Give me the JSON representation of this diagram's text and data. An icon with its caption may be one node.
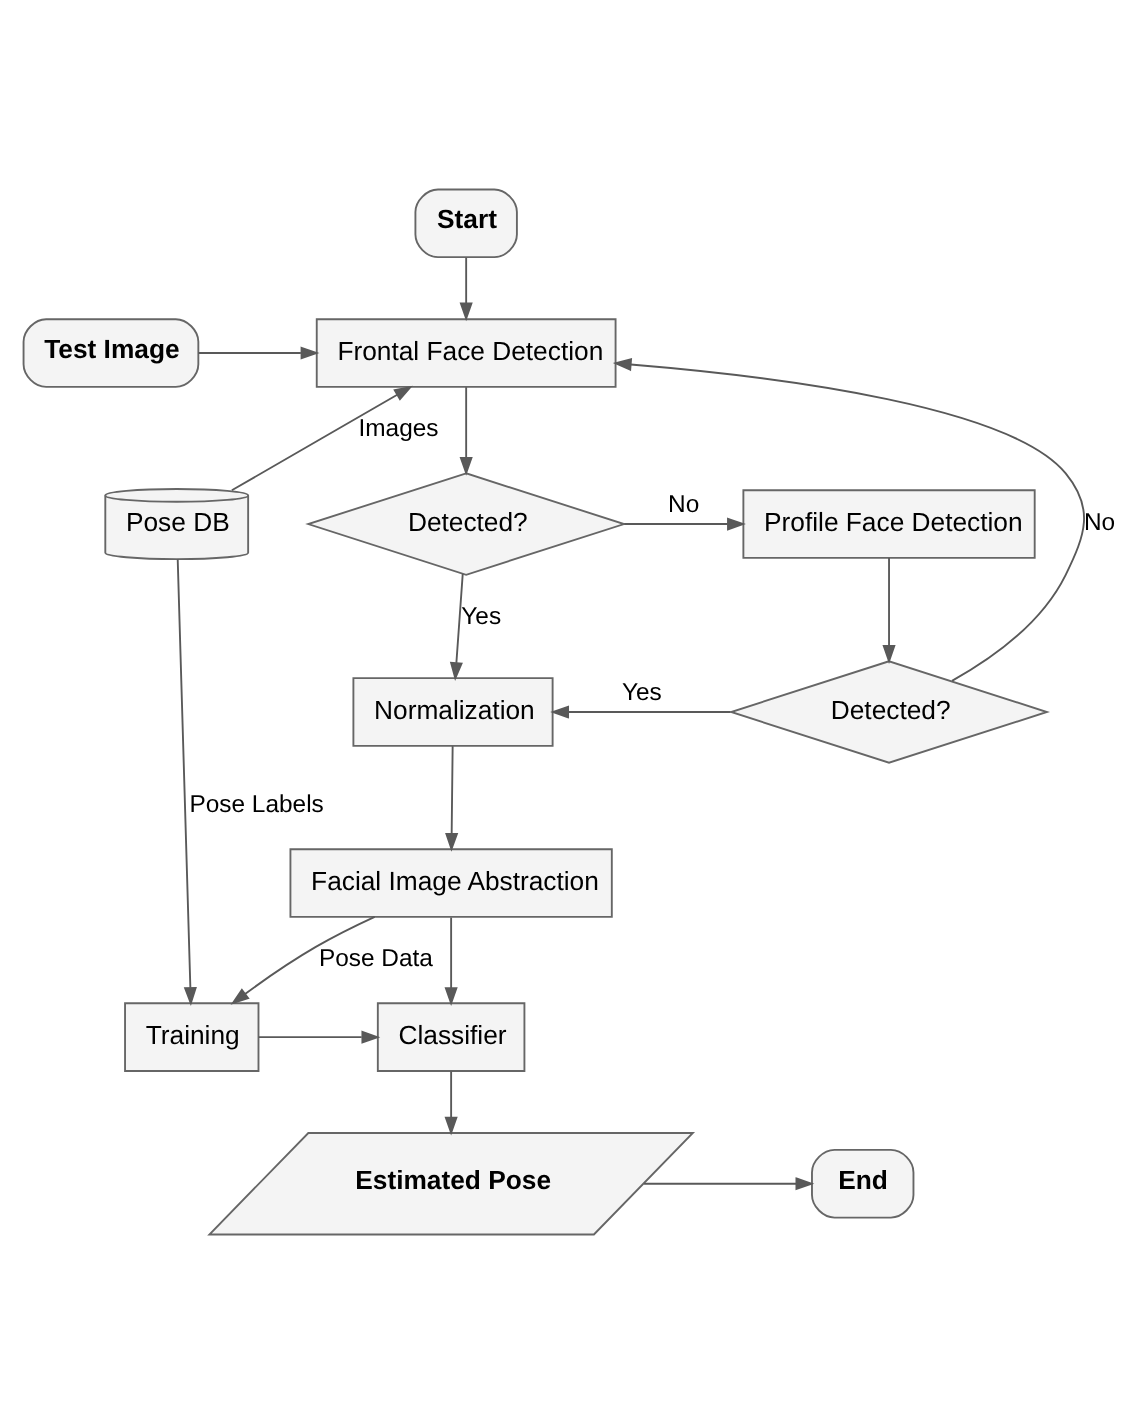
{
  "diagram": {
    "nodes": [
      {
        "text": [
          "Start"
        ]
      },
      {
        "text": [
          "Test Image"
        ]
      },
      {
        "text": [
          "Frontal Face Detection"
        ]
      },
      {
        "text": [
          "Pose DB"
        ]
      },
      {
        "text": [
          "Detected?"
        ]
      },
      {
        "text": [
          "Profile Face Detection"
        ]
      },
      {
        "text": [
          "Normalization"
        ]
      },
      {
        "text": [
          "Detected?"
        ]
      },
      {
        "text": [
          "Facial Image Abstraction"
        ]
      },
      {
        "text": [
          "Training"
        ]
      },
      {
        "text": [
          "Classifier"
        ]
      },
      {
        "text": [
          "End"
        ]
      },
      {
        "text": [
          "Estimated Pose"
        ]
      }
    ],
    "edges": [
      {
        "from": 0,
        "to": 2,
        "arrow": "to"
      },
      {
        "from": 1,
        "to": 2,
        "arrow": "to"
      },
      {
        "from": 3,
        "to": 2,
        "arrow": "to",
        "label": "Images"
      },
      {
        "from": 2,
        "to": 4,
        "arrow": "to"
      },
      {
        "from": 4,
        "to": 5,
        "arrow": "to",
        "label": "No"
      },
      {
        "from": 4,
        "to": 6,
        "arrow": "to",
        "label": "Yes"
      },
      {
        "from": 5,
        "to": 7,
        "arrow": "to"
      },
      {
        "from": 7,
        "to": 6,
        "arrow": "to",
        "label": "Yes"
      },
      {
        "from": 7,
        "to": 2,
        "arrow": "to",
        "label": "No"
      },
      {
        "from": 6,
        "to": 8,
        "arrow": "to"
      },
      {
        "from": 8,
        "to": 9,
        "arrow": "to",
        "label": "Pose Data"
      },
      {
        "from": 8,
        "to": 10,
        "arrow": "to"
      },
      {
        "from": 3,
        "to": 9,
        "arrow": "to",
        "label": "Pose Labels"
      },
      {
        "from": 9,
        "to": 10,
        "arrow": "to"
      },
      {
        "from": 10,
        "to": 12,
        "arrow": "to"
      },
      {
        "from": 12,
        "to": 11,
        "arrow": "to"
      }
    ]
  }
}
